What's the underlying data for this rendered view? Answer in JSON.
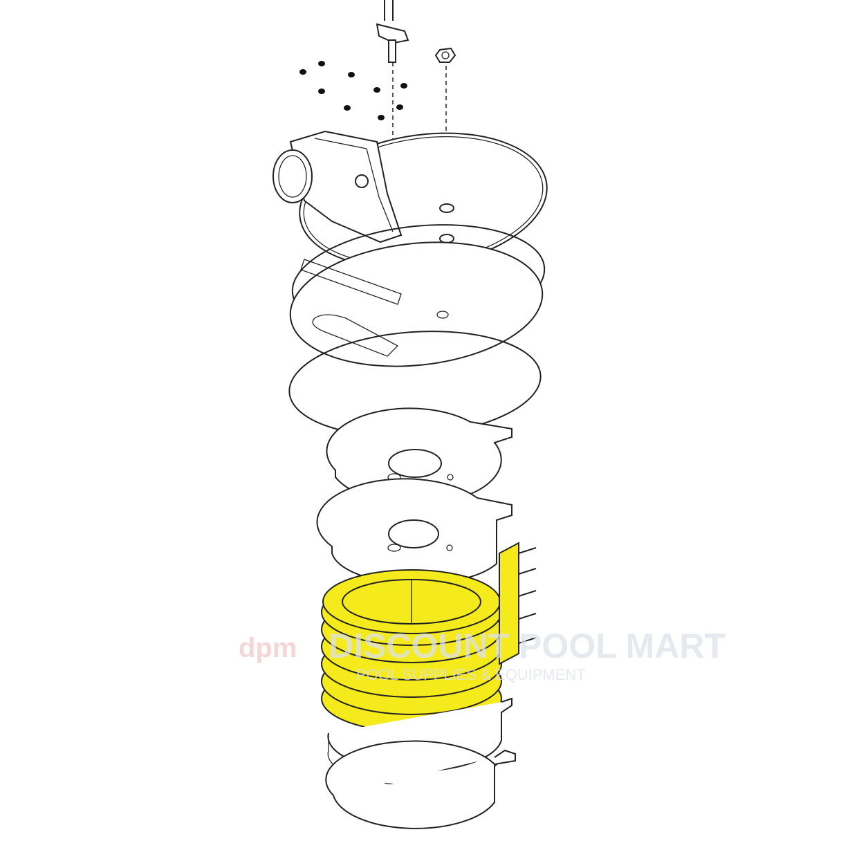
{
  "diagram": {
    "type": "exploded-parts-view",
    "highlight_color": "#f5ea1c",
    "line_color": "#222222",
    "highlighted_part": "heat-exchanger-coil",
    "watermark": {
      "logo": "dpm",
      "name": "DISCOUNT POOL MART",
      "tagline": "POOL SUPPLIES & EQUIPMENT"
    }
  }
}
